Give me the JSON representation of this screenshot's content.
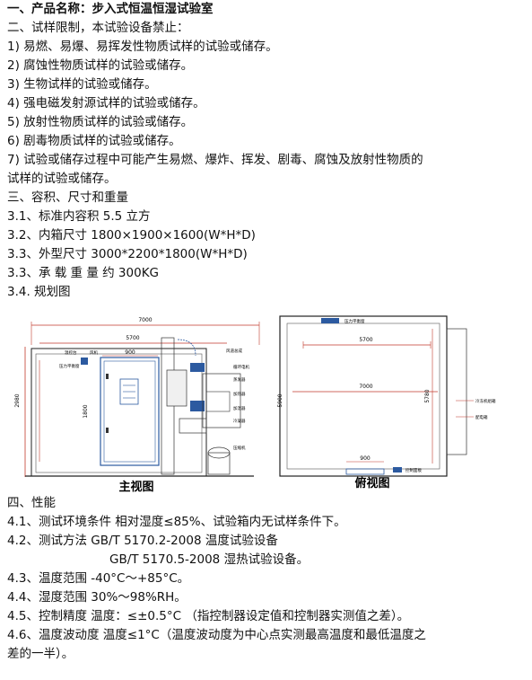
{
  "lines_top": [
    {
      "id": "s1",
      "text": "一、产品名称：步入式恒温恒湿试验室",
      "bold": true
    },
    {
      "id": "s2",
      "text": "二、试样限制，本试验设备禁止：",
      "bold": false
    },
    {
      "id": "r1",
      "text": "1) 易燃、易爆、易挥发性物质试样的试验或储存。",
      "bold": false
    },
    {
      "id": "r2",
      "text": "2) 腐蚀性物质试样的试验或储存。",
      "bold": false
    },
    {
      "id": "r3",
      "text": "3) 生物试样的试验或储存。",
      "bold": false
    },
    {
      "id": "r4",
      "text": "4) 强电磁发射源试样的试验或储存。",
      "bold": false
    },
    {
      "id": "r5",
      "text": "5) 放射性物质试样的试验或储存。",
      "bold": false
    },
    {
      "id": "r6",
      "text": "6) 剧毒物质试样的试验或储存。",
      "bold": false
    },
    {
      "id": "r7a",
      "text": "7) 试验或储存过程中可能产生易燃、爆炸、挥发、剧毒、腐蚀及放射性物质的",
      "bold": false
    },
    {
      "id": "r7b",
      "text": "试样的试验或储存。",
      "bold": false
    },
    {
      "id": "s3",
      "text": "三、容积、尺寸和重量",
      "bold": false
    },
    {
      "id": "d31",
      "text": "3.1、标准内容积 5.5 立方",
      "bold": false
    },
    {
      "id": "d32",
      "text": "3.2、内箱尺寸 1800×1900×1600(W*H*D)",
      "bold": false
    },
    {
      "id": "d33",
      "text": "3.3、外型尺寸 3000*2200*1800(W*H*D)",
      "bold": false
    },
    {
      "id": "d33b",
      "text": "3.3、承 载 重 量 约 300KG",
      "bold": false
    },
    {
      "id": "d34",
      "text": "3.4. 规划图",
      "bold": false
    }
  ],
  "lines_bottom": [
    {
      "id": "s4",
      "text": "四、性能",
      "bold": false,
      "indent": false
    },
    {
      "id": "p41",
      "text": "4.1、测试环境条件 相对湿度≤85%、试验箱内无试样条件下。",
      "bold": false,
      "indent": false
    },
    {
      "id": "p42a",
      "text": "4.2、测试方法 GB/T 5170.2-2008 温度试验设备",
      "bold": false,
      "indent": false
    },
    {
      "id": "p42b",
      "text": "GB/T 5170.5-2008 湿热试验设备。",
      "bold": false,
      "indent": true
    },
    {
      "id": "p43",
      "text": "4.3、温度范围 -40°C～+85°C。",
      "bold": false,
      "indent": false
    },
    {
      "id": "p44",
      "text": "4.4、湿度范围 30%～98%RH。",
      "bold": false,
      "indent": false
    },
    {
      "id": "p45",
      "text": "4.5、控制精度 温度：≤±0.5°C （指控制器设定值和控制器实测值之差）。",
      "bold": false,
      "indent": false
    },
    {
      "id": "p46a",
      "text": "4.6、温度波动度 温度≤1°C（温度波动度为中心点实测最高温度和最低温度之",
      "bold": false,
      "indent": false
    },
    {
      "id": "p46b",
      "text": "差的一半）。",
      "bold": false,
      "indent": false
    }
  ],
  "front_view": {
    "caption": "主视图",
    "dim_total": "7000",
    "dim_inner": "5700",
    "dim_door": "900",
    "dim_height": "2980",
    "dim_inner_height": "1800",
    "labels": {
      "top1": "温控台",
      "top2": "风机",
      "left1": "压力平衡窗",
      "r1": "风道总成",
      "r2": "循环电机",
      "r3": "蒸发器",
      "r4": "加热器",
      "r5": "加湿器",
      "r6": "冷凝器",
      "r7": "压缩机"
    }
  },
  "top_view": {
    "caption": "俯视图",
    "dim_outer": "7000",
    "dim_inner": "5700",
    "dim_door": "900",
    "dim_depth": "5900",
    "dim_inner_depth": "5780",
    "labels": {
      "top": "压力平衡窗",
      "right1": "冷冻机组箱",
      "right2": "配电箱",
      "bottom": "控制面板"
    }
  }
}
